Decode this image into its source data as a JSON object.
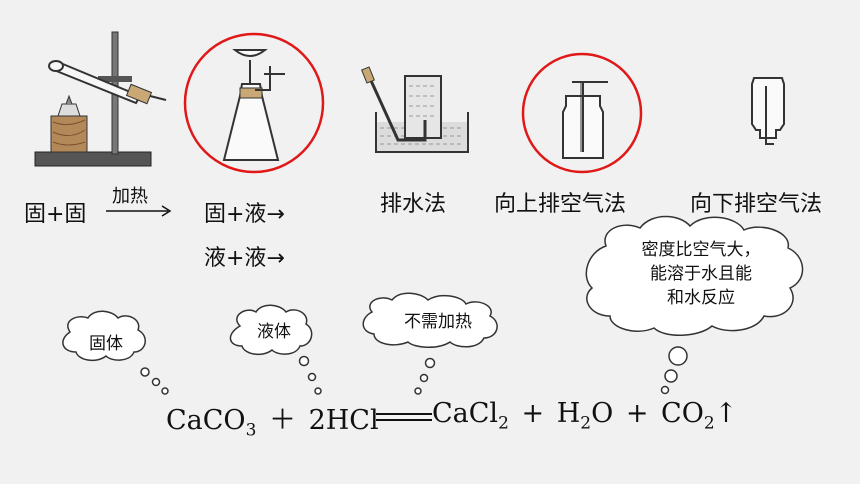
{
  "apparatus": {
    "solid_heating": {
      "reactants": "固+固",
      "condition": "加热"
    },
    "solid_liquid": {
      "line1": "固+液→",
      "line2": "液+液→"
    },
    "water_displacement": {
      "label": "排水法"
    },
    "upward_air": {
      "label": "向上排空气法"
    },
    "downward_air": {
      "label": "向下排空气法"
    }
  },
  "highlight_color": "#e01818",
  "thought_bubbles": {
    "solid": "固体",
    "liquid": "液体",
    "no_heat": "不需加热",
    "gas_property": [
      "密度比空气大，",
      "能溶于水且能",
      "和水反应"
    ]
  },
  "equation": {
    "r1": "CaCO",
    "r1_sub": "3",
    "plus": "＋",
    "r2": "2HCl",
    "p1": "CaCl",
    "p1_sub": "2",
    "plus2": "+",
    "p2_a": "H",
    "p2_sub": "2",
    "p2_b": "O",
    "plus3": "+",
    "p3": "CO",
    "p3_sub": "2",
    "arrow": "↑"
  }
}
